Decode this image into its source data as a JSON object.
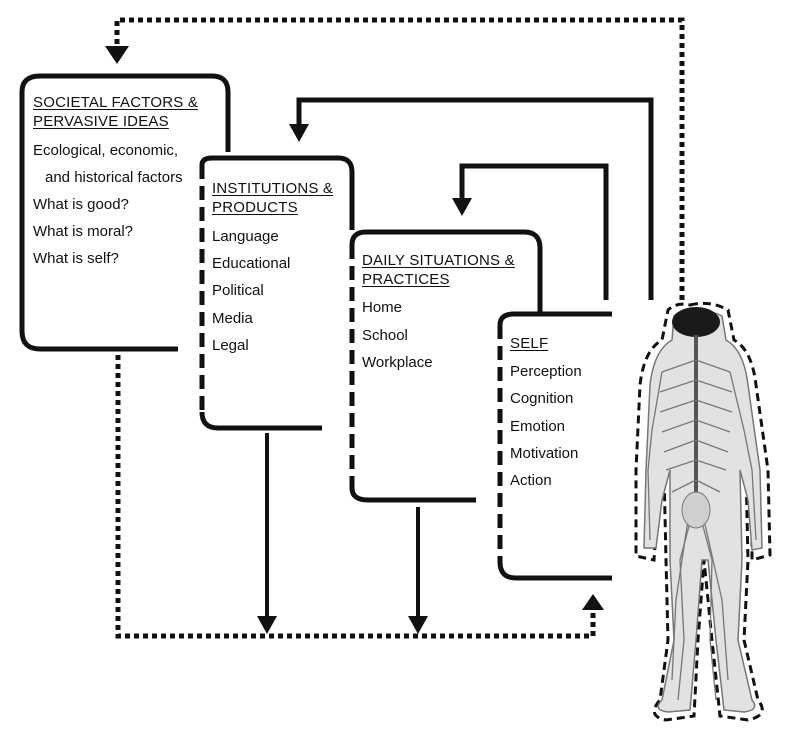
{
  "boxes": {
    "societal": {
      "title1": "SOCIETAL FACTORS &",
      "title2": "PERVASIVE IDEAS",
      "items": [
        "Ecological, economic,",
        "and historical factors",
        "What is good?",
        "What is moral?",
        "What is self?"
      ]
    },
    "institutions": {
      "title1": "INSTITUTIONS &",
      "title2": "PRODUCTS",
      "items": [
        "Language",
        "Educational",
        "Political",
        "Media",
        "Legal"
      ]
    },
    "daily": {
      "title1": "DAILY SITUATIONS &",
      "title2": "PRACTICES",
      "items": [
        "Home",
        "School",
        "Workplace"
      ]
    },
    "self": {
      "title1": "SELF",
      "items": [
        "Perception",
        "Cognition",
        "Emotion",
        "Motivation",
        "Action"
      ]
    }
  },
  "figure": {
    "icon": "human-nervous-system-figure"
  }
}
